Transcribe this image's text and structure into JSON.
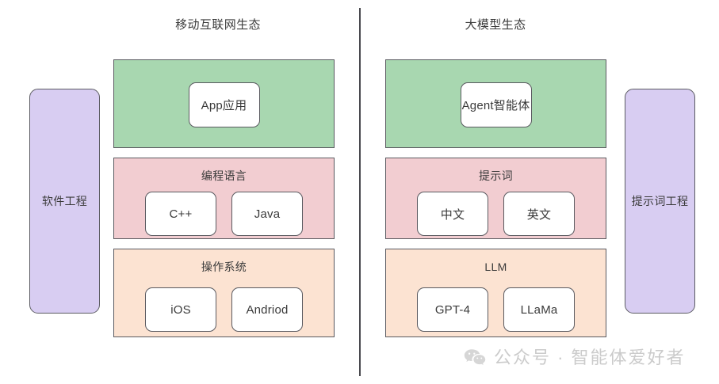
{
  "diagram": {
    "sections": [
      {
        "id": "mobile-internet",
        "title": "移动互联网生态",
        "pillar": {
          "label": "软件工程",
          "color": "#d8cdf2"
        },
        "layers": [
          {
            "id": "app-layer",
            "title": "",
            "color": "#a8d7b0",
            "nodes": [
              "App应用"
            ]
          },
          {
            "id": "programming-language-layer",
            "title": "编程语言",
            "color": "#f2cdd1",
            "nodes": [
              "C++",
              "Java"
            ]
          },
          {
            "id": "operating-system-layer",
            "title": "操作系统",
            "color": "#fce3d2",
            "nodes": [
              "iOS",
              "Andriod"
            ]
          }
        ]
      },
      {
        "id": "large-model",
        "title": "大模型生态",
        "pillar": {
          "label": "提示词工程",
          "color": "#d8cdf2"
        },
        "layers": [
          {
            "id": "agent-layer",
            "title": "",
            "color": "#a8d7b0",
            "nodes": [
              "Agent智能体"
            ]
          },
          {
            "id": "prompt-layer",
            "title": "提示词",
            "color": "#f2cdd1",
            "nodes": [
              "中文",
              "英文"
            ]
          },
          {
            "id": "llm-layer",
            "title": "LLM",
            "color": "#fce3d2",
            "nodes": [
              "GPT-4",
              "LLaMa"
            ]
          }
        ]
      }
    ],
    "divider": {
      "color": "#4a4a4f"
    },
    "watermark": {
      "icon": "wechat-icon",
      "text": "公众号 · 智能体爱好者",
      "color": "#cbcbcb"
    },
    "colors": {
      "green": "#a8d7b0",
      "pink": "#f2cdd1",
      "orange": "#fce3d2",
      "purple": "#d8cdf2",
      "stroke": "#5a5a60",
      "text": "#3a3a3a",
      "background": "#ffffff"
    }
  }
}
